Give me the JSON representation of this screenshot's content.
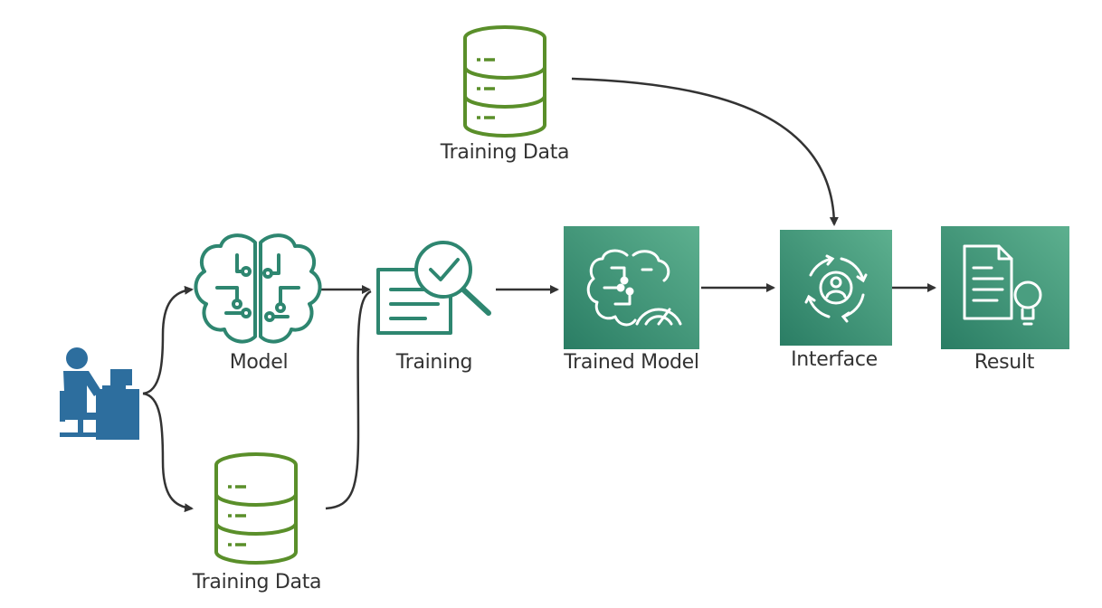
{
  "diagram": {
    "nodes": {
      "training_data_top": {
        "label": "Training Data",
        "icon": "database-icon"
      },
      "user": {
        "icon": "user-at-computer-icon"
      },
      "model": {
        "label": "Model",
        "icon": "brain-circuit-icon"
      },
      "training_data_bottom": {
        "label": "Training Data",
        "icon": "database-icon"
      },
      "training": {
        "label": "Training",
        "icon": "document-magnifier-check-icon"
      },
      "trained_model": {
        "label": "Trained Model",
        "icon": "brain-gauge-icon"
      },
      "interface": {
        "label": "Interface",
        "icon": "user-cycle-icon"
      },
      "result": {
        "label": "Result",
        "icon": "document-lightbulb-icon"
      }
    },
    "edges": [
      {
        "from": "user",
        "to": "model"
      },
      {
        "from": "user",
        "to": "training_data_bottom"
      },
      {
        "from": "model",
        "to": "training"
      },
      {
        "from": "training_data_bottom",
        "to": "training"
      },
      {
        "from": "training",
        "to": "trained_model"
      },
      {
        "from": "trained_model",
        "to": "interface"
      },
      {
        "from": "training_data_top",
        "to": "interface"
      },
      {
        "from": "interface",
        "to": "result"
      }
    ],
    "colors": {
      "database_green": "#5a8f2a",
      "brain_teal": "#2e8670",
      "tile_dark": "#2a7d64",
      "tile_light": "#5db08f",
      "user_blue": "#2d6e9e",
      "arrow": "#333333"
    }
  }
}
